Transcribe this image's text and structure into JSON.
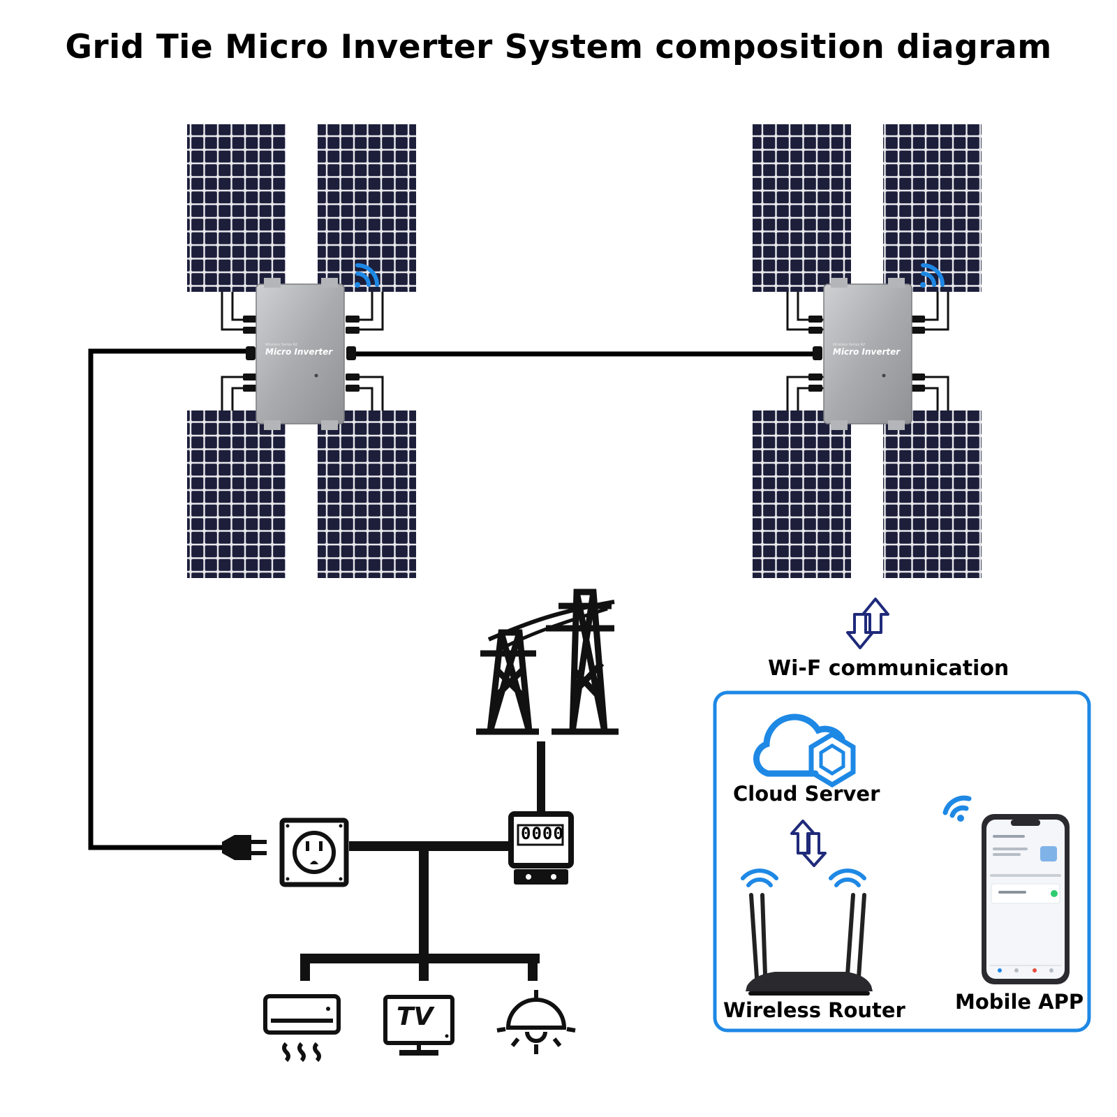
{
  "title": "Grid Tie Micro Inverter System composition diagram",
  "inverters": [
    {
      "series": "Wireless Series R2",
      "brand": "Micro Inverter"
    },
    {
      "series": "Wireless Series R2",
      "brand": "Micro Inverter"
    }
  ],
  "labels": {
    "wifi": "Wi-F communication",
    "cloud": "Cloud Server",
    "router": "Wireless Router",
    "mobile": "Mobile APP"
  },
  "meter": {
    "digits": "0000"
  },
  "appliances": {
    "tv": "TV"
  },
  "colors": {
    "accent_blue": "#1e88e5",
    "panel_dark": "#1c1e3a",
    "arrow_navy": "#1f2a7a",
    "inverter_grey": "#a8aaad"
  },
  "icons": [
    "solar-panel",
    "micro-inverter",
    "wifi-signal",
    "power-tower",
    "electric-meter",
    "wall-socket",
    "power-plug",
    "air-conditioner",
    "television",
    "ceiling-lamp",
    "cloud-server",
    "wireless-router",
    "smartphone",
    "bidirectional-arrow"
  ]
}
